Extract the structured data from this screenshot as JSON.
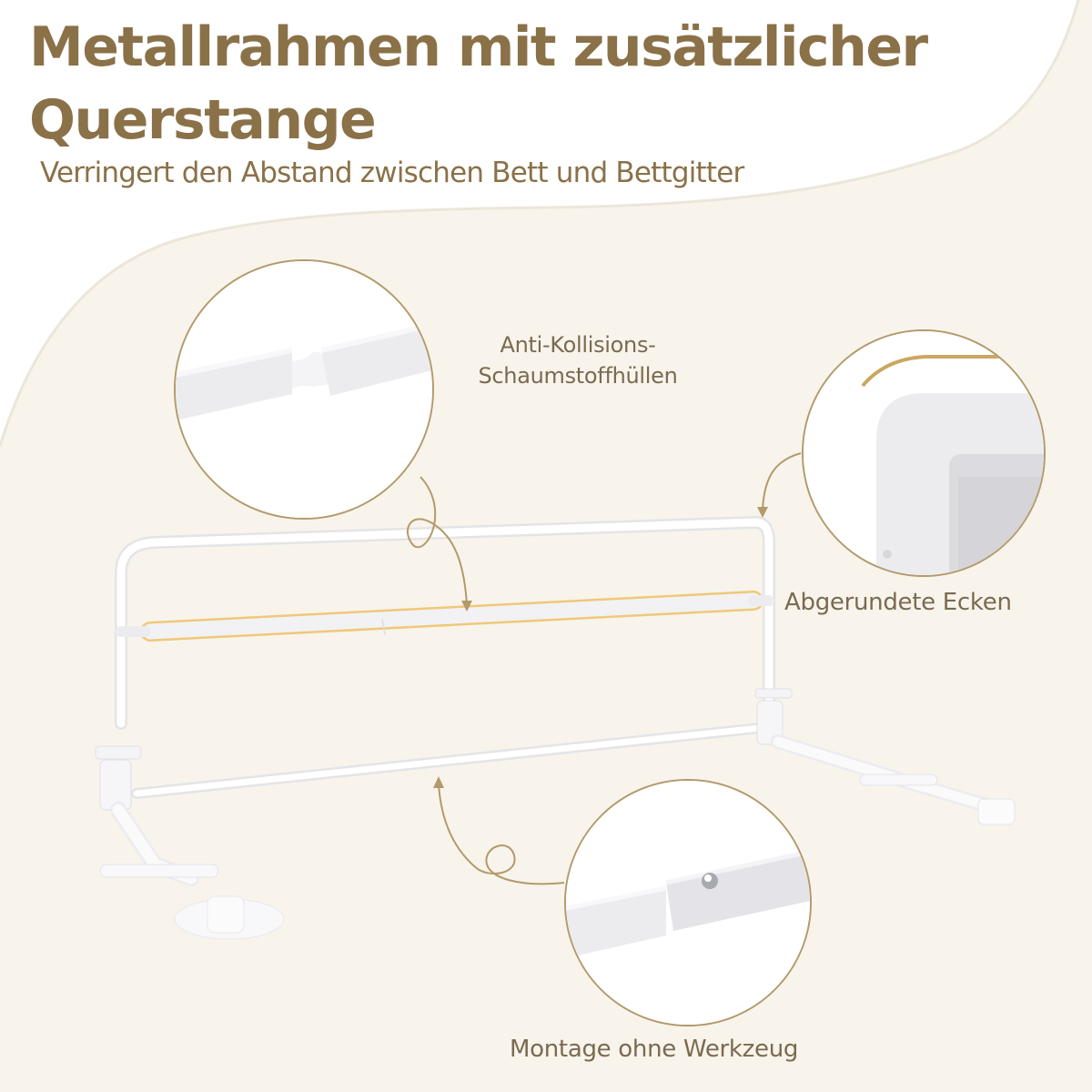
{
  "header": {
    "title_line1": "Metallrahmen mit zusätzlicher",
    "title_line2": "Querstange",
    "subtitle": "Verringert den Abstand zwischen Bett und Bettgitter"
  },
  "callouts": [
    {
      "id": "foam",
      "label_line1": "Anti-Kollisions-",
      "label_line2": "Schaumstoffhüllen",
      "icon": "foam-padded-bar-closeup"
    },
    {
      "id": "corners",
      "label": "Abgerundete Ecken",
      "icon": "rounded-corner-closeup"
    },
    {
      "id": "assembly",
      "label": "Montage ohne Werkzeug",
      "icon": "push-button-tube-closeup"
    }
  ],
  "product": {
    "name": "bed-rail",
    "icon": "bed-rail-product"
  },
  "colors": {
    "title": "#8a7148",
    "label": "#7a6a50",
    "accent_line": "#b39a6b",
    "highlight": "#f0c878",
    "background": "#f8f4ec",
    "panel": "#ffffff"
  }
}
